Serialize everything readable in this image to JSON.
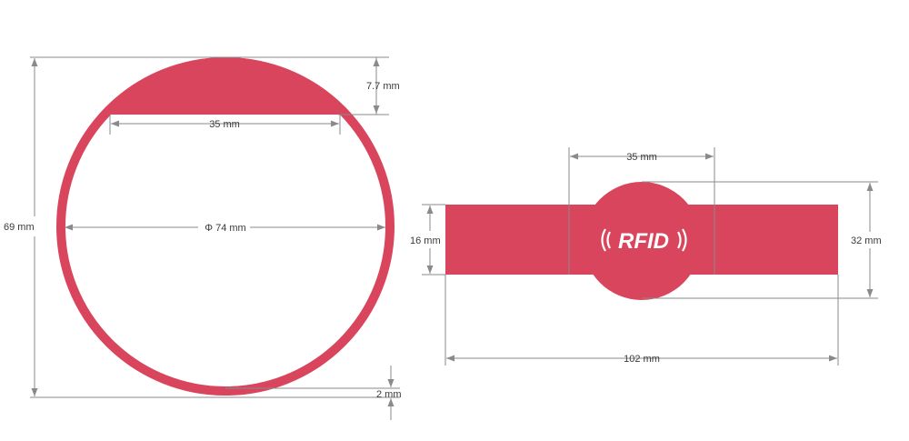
{
  "colors": {
    "band": "#d9455c",
    "dimension_line": "#8a8a8a",
    "text": "#3a3a3a",
    "logo_text": "#ffffff"
  },
  "left_view": {
    "chord_height_label": "7.7 mm",
    "chord_width_label": "35 mm",
    "diameter_label": "Φ 74 mm",
    "height_label": "69 mm",
    "thickness_label": "2 mm"
  },
  "right_view": {
    "logo_width_label": "35 mm",
    "band_width_label": "16 mm",
    "logo_height_label": "32 mm",
    "length_label": "102 mm",
    "logo_text": "RFID"
  }
}
